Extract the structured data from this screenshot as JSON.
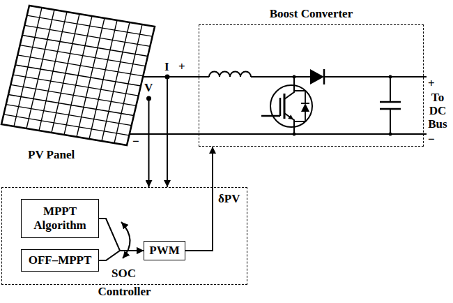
{
  "diagram": {
    "nodes": [
      {
        "text": [
          "Boost Converter"
        ]
      },
      {
        "text": [
          "Controller"
        ]
      },
      {
        "text": [
          "MPPT Algorithm"
        ],
        "in": 1
      },
      {
        "text": [
          "OFF–MPPT"
        ],
        "in": 1
      },
      {
        "text": [
          "PWM"
        ],
        "in": 1
      }
    ],
    "edges": [
      {
        "from": 2,
        "to": 4,
        "arrow": "to"
      },
      {
        "from": 3,
        "to": 4,
        "arrow": "to"
      },
      {
        "from": 4,
        "to": 0,
        "arrow": "to",
        "label": "δPV"
      }
    ],
    "labels": [
      "PV Panel",
      "+",
      "−",
      "I",
      "V",
      "+",
      "To DC Bus",
      "−",
      "SOC"
    ]
  }
}
